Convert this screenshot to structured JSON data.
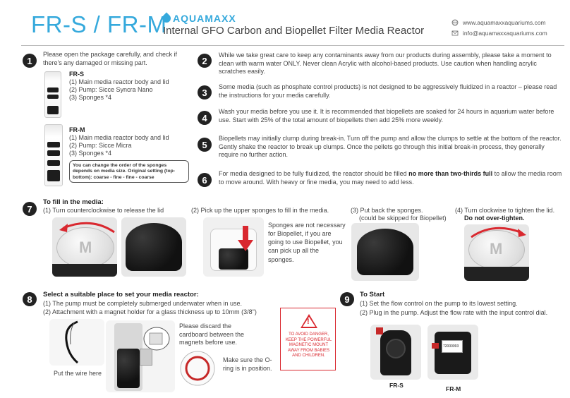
{
  "header": {
    "title": "FR-S / FR-M",
    "brand": "AQUAMAXX",
    "subtitle": "Internal GFO Carbon and Biopellet Filter Media Reactor",
    "website": "www.aquamaxxaquariums.com",
    "email": "info@aquamaxxaquariums.com"
  },
  "steps": {
    "s1": {
      "num": "1",
      "text": "Please open the package carefully, and check if there's any damaged or missing part.",
      "frs_title": "FR-S",
      "frs_items": [
        "(1) Main media reactor body and lid",
        "(2) Pump: Sicce Syncra Nano",
        "(3) Sponges *4"
      ],
      "frm_title": "FR-M",
      "frm_items": [
        "(1) Main media reactor body and lid",
        "(2) Pump: Sicce Micra",
        "(3) Sponges *4"
      ],
      "note": "You can change the order of the sponges depends on media size. Original setting (top-bottom): coarse - fine - fine - coarse"
    },
    "s2": {
      "num": "2",
      "text": "While we take great care to keep any contaminants away from our products during assembly, please take a moment to clean with warm water ONLY. Never clean Acrylic with alcohol-based products. Use caution when handling acrylic scratches easily."
    },
    "s3": {
      "num": "3",
      "text": "Some media (such as phosphate control products) is not designed to be aggressively fluidized in a reactor – please read the instructions for your media carefully."
    },
    "s4": {
      "num": "4",
      "text": "Wash your media before you use it. It is recommended that biopellets are soaked for 24 hours in aquarium water before use. Start with 25% of the total amount of biopellets then add 25% more weekly."
    },
    "s5": {
      "num": "5",
      "text": "Biopellets may initially clump during break-in. Turn off the pump and allow the clumps to settle at the bottom of the reactor. Gently shake the reactor to break up clumps. Once the pellets go through this initial break-in process, they generally require no further action."
    },
    "s6": {
      "num": "6",
      "text_a": "For media designed to be fully fluidized, the reactor should be filled ",
      "text_bold": "no more than two-thirds full",
      "text_b": " to allow the media room to move around. With heavy or fine media, you may need to add less."
    },
    "s7": {
      "num": "7",
      "title": "To fill in the media:",
      "sub1": "(1) Turn counterclockwise to release the lid",
      "sub2": "(2) Pick up the upper sponges to fill in the media.",
      "sub3": "(3) Put back the sponges.",
      "sub3b": "(could be skipped for Biopellet)",
      "sub4": "(4) Turn clockwise to tighten the lid.",
      "sub4b": "Do not over-tighten.",
      "sponge_note": "Sponges are not necessary for Biopellet, if you are going to use Biopellet, you can pick up all the sponges.",
      "lid_letter": "M"
    },
    "s8": {
      "num": "8",
      "title": "Select a suitable place to set your media reactor:",
      "sub1": "(1) The pump must be completely submerged underwater when in use.",
      "sub2": "(2) Attachment with a magnet holder for a glass thickness up to 10mm (3/8\")",
      "wire": "Put the wire here",
      "cardboard": "Please discard the cardboard between the magnets before use.",
      "oring": "Make sure the O-ring is in position.",
      "warning_symbol": "!",
      "danger": "TO AVOID DANGER, KEEP THE POWERFUL MAGNETIC MOUNT AWAY FROM BABIES AND CHILDREN."
    },
    "s9": {
      "num": "9",
      "title": "To Start",
      "sub1": "(1) Set the flow control on the pump to its lowest setting.",
      "sub2": "(2) Plug in the pump. Adjust the flow rate with the input control dial.",
      "label_frs": "FR-S",
      "label_frm": "FR-M",
      "pump_code": "72000093"
    }
  },
  "colors": {
    "accent": "#35a9dc",
    "danger": "#d9282f",
    "badge": "#222222"
  }
}
